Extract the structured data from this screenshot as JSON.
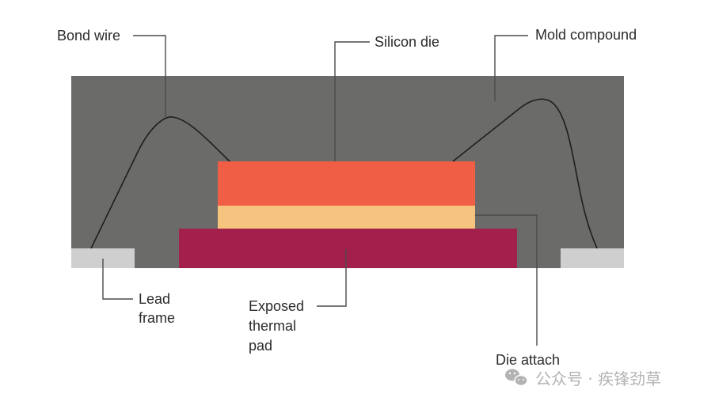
{
  "diagram": {
    "labels": {
      "bond_wire": "Bond wire",
      "silicon_die": "Silicon die",
      "mold_compound": "Mold compound",
      "lead_frame_line1": "Lead",
      "lead_frame_line2": "frame",
      "exposed_pad_line1": "Exposed",
      "exposed_pad_line2": "thermal",
      "exposed_pad_line3": "pad",
      "die_attach": "Die attach"
    },
    "colors": {
      "mold_compound": "#6b6c6a",
      "silicon_die": "#f05f45",
      "die_attach": "#f6c47f",
      "thermal_pad": "#a2204b",
      "lead_frame": "#cfcfcf"
    }
  },
  "watermark": {
    "icon": "wechat-icon",
    "text": "公众号 · 疾锋劲草"
  }
}
